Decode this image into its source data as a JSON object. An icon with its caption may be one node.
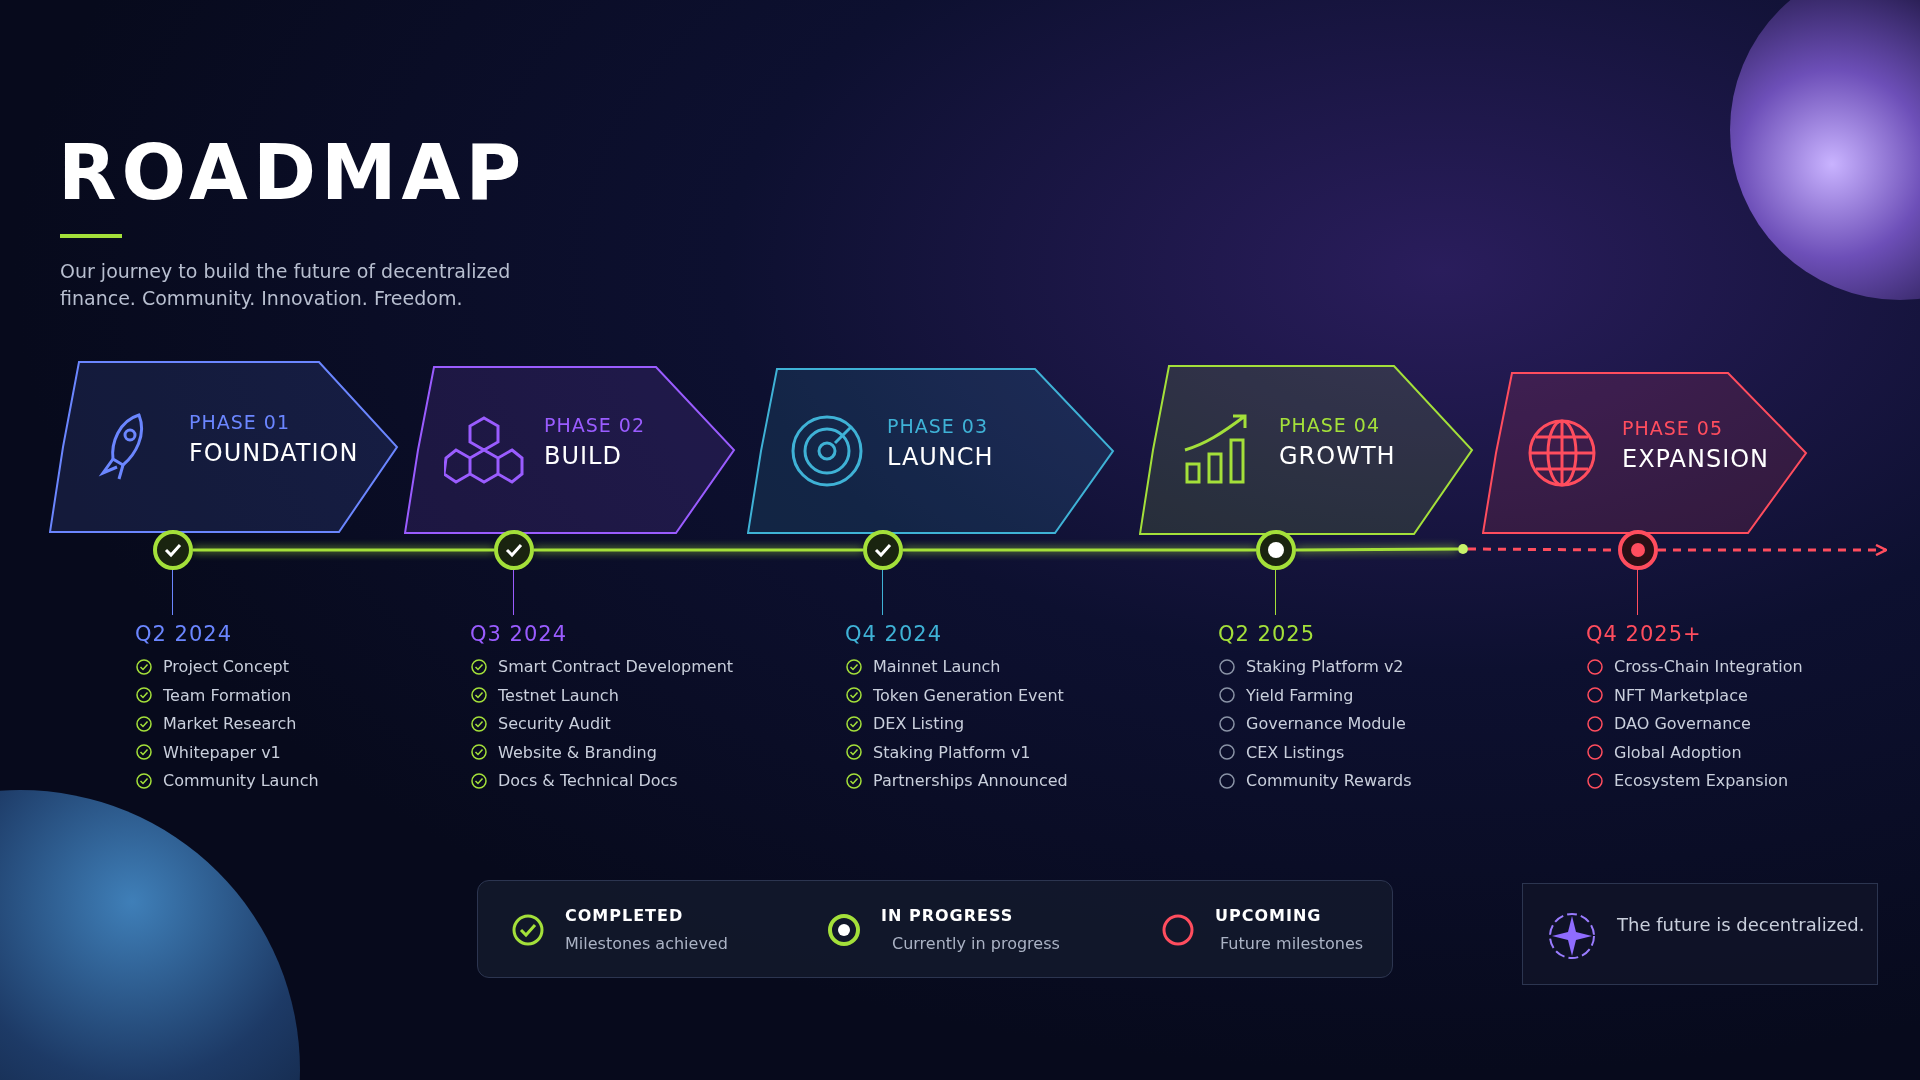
{
  "diagram": {
    "title": "ROADMAP",
    "nodes": [
      {
        "text": [
          "PHASE 01",
          "FOUNDATION"
        ]
      },
      {
        "text": [
          "PHASE 02",
          "BUILD"
        ]
      },
      {
        "text": [
          "PHASE 03",
          "LAUNCH"
        ]
      },
      {
        "text": [
          "PHASE 04",
          "GROWTH"
        ]
      },
      {
        "text": [
          "PHASE 05",
          "EXPANSION"
        ]
      },
      {
        "text": [],
        "shape": "circle",
        "beside": [
          "Q2 2024",
          "Project Concept",
          "Team Formation",
          "Market Research",
          "Whitepaper v1",
          "Community Launch"
        ]
      },
      {
        "text": [],
        "shape": "circle",
        "beside": [
          "Q3 2024",
          "Smart Contract Development",
          "Testnet Launch",
          "Security Audit",
          "Website & Branding",
          "Docs & Technical Docs"
        ]
      },
      {
        "text": [],
        "shape": "circle",
        "beside": [
          "Q4 2024",
          "Mainnet Launch",
          "Token Generation Event",
          "DEX Listing",
          "Staking Platform v1",
          "Partnerships Announced"
        ]
      },
      {
        "text": [],
        "shape": "circle",
        "beside": [
          "Q2 2025",
          "Staking Platform v2",
          "Yield Farming",
          "Governance Module",
          "CEX Listings",
          "Community Rewards"
        ]
      },
      {
        "text": [],
        "shape": "circle",
        "beside": [
          "Q4 2025+",
          "Cross-Chain Integration",
          "NFT Marketplace",
          "DAO Governance",
          "Global Adoption",
          "Ecosystem Expansion"
        ]
      },
      {
        "text": [],
        "shape": "circle"
      }
    ],
    "edges": [
      {
        "from": 5,
        "to": 6,
        "arrow": "none"
      },
      {
        "from": 6,
        "to": 7,
        "arrow": "none"
      },
      {
        "from": 7,
        "to": 8,
        "arrow": "none"
      },
      {
        "from": 8,
        "to": 10,
        "arrow": "none"
      },
      {
        "from": 10,
        "to": 9,
        "arrow": "none",
        "style": "dashed",
        "color": "#ff4d5e"
      },
      {
        "from": 9,
        "to": null,
        "arrow": "to",
        "style": "dashed",
        "color": "#ff4d5e"
      }
    ],
    "labels": [
      "Our journey to build the future of decentralized finance. Community. Innovation. Freedom.",
      "Milestones achieved",
      "Currently in progress",
      "Future milestones",
      "The future is decentralized."
    ],
    "legend": [
      {
        "text": "COMPLETED"
      },
      {
        "text": "IN PROGRESS"
      },
      {
        "text": "UPCOMING"
      }
    ]
  }
}
